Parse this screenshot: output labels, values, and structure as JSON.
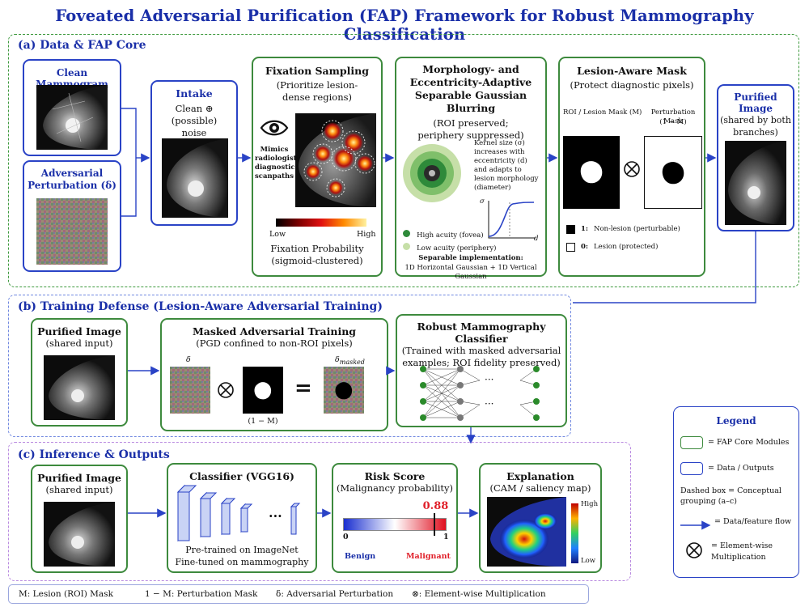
{
  "title": "Foveated Adversarial Purification (FAP) Framework for Robust Mammography Classification",
  "sections": {
    "a": "(a) Data & FAP Core",
    "b": "(b) Training Defense (Lesion-Aware Adversarial Training)",
    "c": "(c) Inference & Outputs"
  },
  "a": {
    "clean": "Clean Mammogram",
    "adv1": "Adversarial",
    "adv2": "Perturbation (δ)",
    "intake_title": "Intake",
    "intake_l1": "Clean ⊕ (possible)",
    "intake_l2": "noise",
    "fix_title": "Fixation Sampling",
    "fix_l1": "(Prioritize lesion-",
    "fix_l2": "dense regions)",
    "mimic1": "Mimics",
    "mimic2": "radiologists'",
    "mimic3": "diagnostic",
    "mimic4": "scanpaths",
    "low": "Low",
    "high": "High",
    "fix_prob1": "Fixation Probability",
    "fix_prob2": "(sigmoid-clustered)",
    "morph_t1": "Morphology- and",
    "morph_t2": "Eccentricity-Adaptive",
    "morph_t3": "Separable Gaussian Blurring",
    "morph_s1": "(ROI preserved;",
    "morph_s2": "periphery suppressed)",
    "kern1": "Kernel size (σ)",
    "kern2": "increases with",
    "kern3": "eccentricity (d)",
    "kern4": "and adapts to",
    "kern5": "lesion morphology",
    "kern6": "(diameter)",
    "sigma": "σ",
    "d": "d",
    "high_acuity": "High acuity (fovea)",
    "low_acuity": "Low acuity (periphery)",
    "sep1": "Separable implementation:",
    "sep2": "1D Horizontal Gaussian  +  1D Vertical Gaussian",
    "mask_title": "Lesion-Aware Mask",
    "mask_sub": "(Protect diagnostic pixels)",
    "roi_label": "ROI / Lesion Mask (M)",
    "pert_label1": "Perturbation Mask",
    "pert_label2": "(1 − M)",
    "one": "1:",
    "one_txt": "Non-lesion (perturbable)",
    "zero": "0:",
    "zero_txt": "Lesion (protected)",
    "pur_title": "Purified Image",
    "pur_l1": "(shared by both",
    "pur_l2": "branches)"
  },
  "b": {
    "pur_title": "Purified Image",
    "pur_sub": "(shared input)",
    "mat_title": "Masked Adversarial Training",
    "mat_sub": "(PGD confined to non-ROI pixels)",
    "delta": "δ",
    "delta_masked": "δmasked",
    "one_minus_m": "(1 − M)",
    "rmc_title": "Robust Mammography Classifier",
    "rmc_l1": "(Trained with masked adversarial",
    "rmc_l2": "examples; ROI fidelity preserved)",
    "dots": "···"
  },
  "c": {
    "pur_title": "Purified Image",
    "pur_sub": "(shared input)",
    "cls_title": "Classifier (VGG16)",
    "cls_l1": "Pre-trained on ImageNet",
    "cls_l2": "Fine-tuned on mammography",
    "cls_dots": "···",
    "risk_title": "Risk Score",
    "risk_sub": "(Malignancy probability)",
    "risk_value": "0.88",
    "risk_value_num": 0.88,
    "risk_min": "0",
    "risk_max": "1",
    "benign": "Benign",
    "malignant": "Malignant",
    "exp_title": "Explanation",
    "exp_sub": "(CAM / saliency map)",
    "exp_high": "High",
    "exp_low": "Low"
  },
  "legend": {
    "title": "Legend",
    "green": "= FAP Core Modules",
    "blue": "= Data / Outputs",
    "dashed1": "Dashed box = Conceptual",
    "dashed2": "grouping (a–c)",
    "flow": "= Data/feature flow",
    "mult1": "= Element-wise",
    "mult2": "Multiplication"
  },
  "footer": {
    "m": "M:  Lesion (ROI) Mask",
    "one_m": "1 − M:  Perturbation Mask",
    "delta": "δ:  Adversarial Perturbation",
    "mult": "⊗:  Element-wise Multiplication"
  },
  "colors": {
    "accent": "#1a2fa8",
    "green": "#3d8a3d",
    "blue": "#2a43c6",
    "benign": "#1a2fa8",
    "malignant": "#e0202a"
  }
}
